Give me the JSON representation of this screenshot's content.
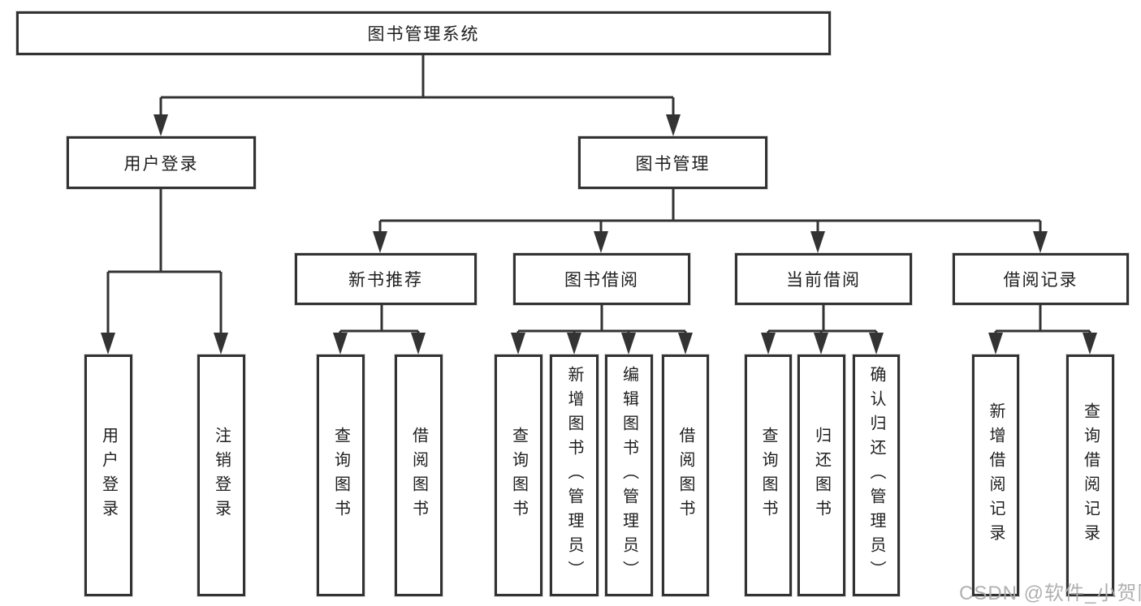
{
  "diagram": {
    "root": {
      "label": "图书管理系统"
    },
    "level2": [
      {
        "label": "用户登录"
      },
      {
        "label": "图书管理"
      }
    ],
    "level3": [
      {
        "label": "新书推荐"
      },
      {
        "label": "图书借阅"
      },
      {
        "label": "当前借阅"
      },
      {
        "label": "借阅记录"
      }
    ],
    "leaves": {
      "user_login": [
        {
          "label": "用户登录"
        },
        {
          "label": "注销登录"
        }
      ],
      "new_book_recommend": [
        {
          "label": "查询图书"
        },
        {
          "label": "借阅图书"
        }
      ],
      "book_borrow": [
        {
          "label": "查询图书"
        },
        {
          "label": "新增图书（管理员）"
        },
        {
          "label": "编辑图书（管理员）"
        },
        {
          "label": "借阅图书"
        }
      ],
      "current_borrow": [
        {
          "label": "查询图书"
        },
        {
          "label": "归还图书"
        },
        {
          "label": "确认归还（管理员）"
        }
      ],
      "borrow_records": [
        {
          "label": "新增借阅记录"
        },
        {
          "label": "查询借阅记录"
        }
      ]
    }
  },
  "watermark": "CSDN @软件_小贺同学",
  "colors": {
    "line": "#333333",
    "box_border": "#323232",
    "text": "#1e1e1e",
    "background": "#ffffff",
    "watermark": "#acacac"
  }
}
